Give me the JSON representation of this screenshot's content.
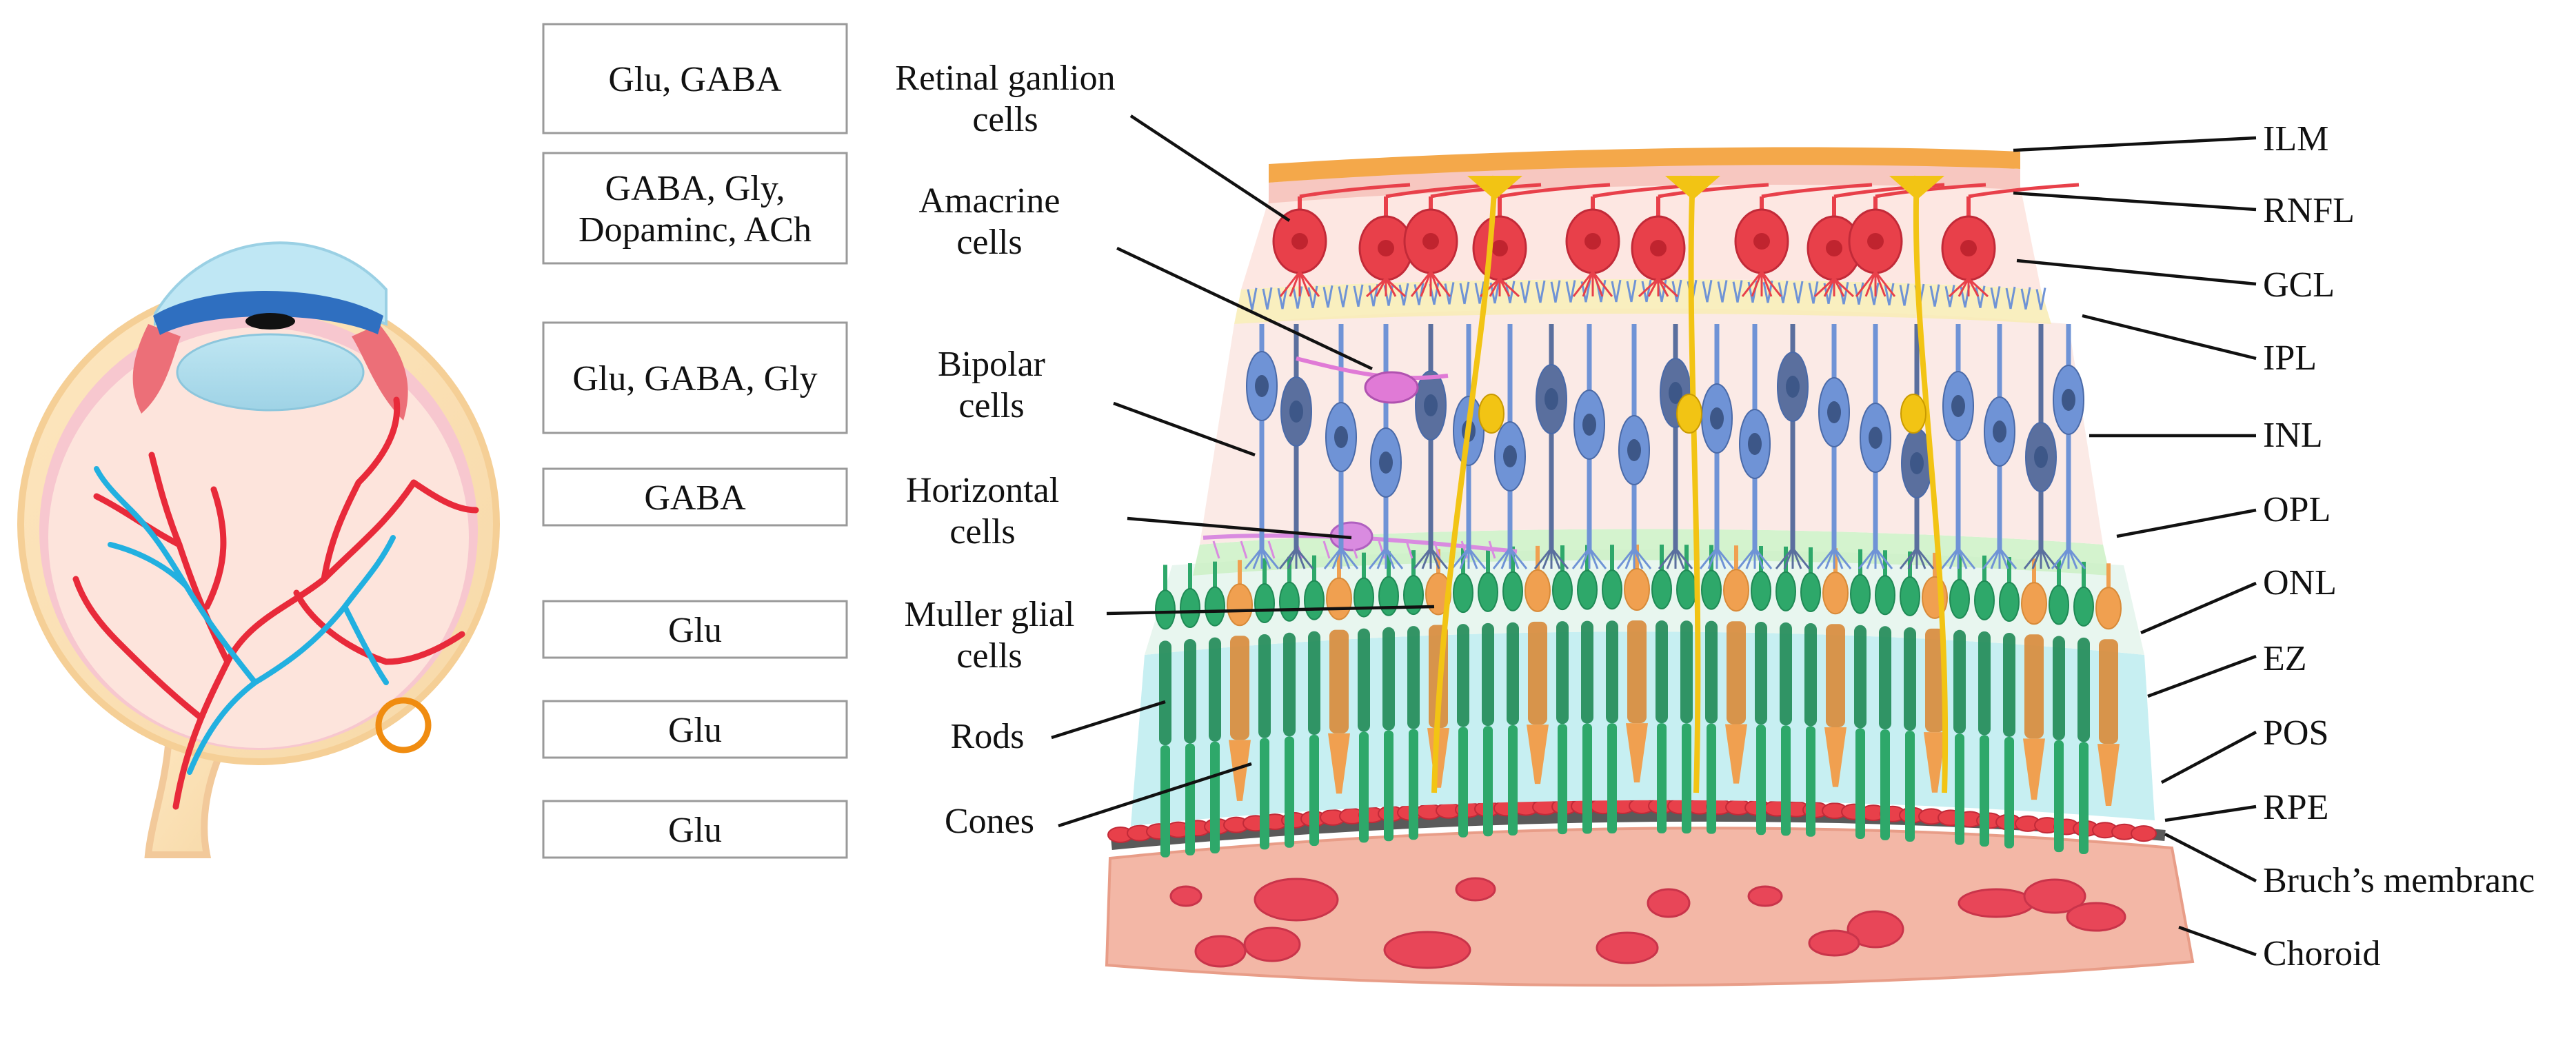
{
  "neurotransmitter_boxes": [
    {
      "lines": [
        "Glu, GABA"
      ]
    },
    {
      "lines": [
        "GABA, Gly,",
        "Dopaminc, ACh"
      ]
    },
    {
      "lines": [
        "Glu, GABA, Gly"
      ]
    },
    {
      "lines": [
        "GABA"
      ]
    },
    {
      "lines": [
        "Glu"
      ]
    },
    {
      "lines": [
        "Glu"
      ]
    },
    {
      "lines": [
        "Glu"
      ]
    }
  ],
  "cell_labels": [
    {
      "lines": [
        "Retinal ganlion",
        "cells"
      ]
    },
    {
      "lines": [
        "Amacrine",
        "cells"
      ]
    },
    {
      "lines": [
        "Bipolar",
        "cells"
      ]
    },
    {
      "lines": [
        "Horizontal",
        "cells"
      ]
    },
    {
      "lines": [
        "Muller glial",
        "cells"
      ]
    },
    {
      "lines": [
        "Rods"
      ]
    },
    {
      "lines": [
        "Cones"
      ]
    }
  ],
  "layer_labels": [
    "ILM",
    "RNFL",
    "GCL",
    "IPL",
    "INL",
    "OPL",
    "ONL",
    "EZ",
    "POS",
    "RPE",
    "Bruch’s membranc",
    "Choroid"
  ],
  "colors": {
    "ganglion": "#e8404a",
    "amacrine": "#e07ad6",
    "bipolar": "#6f93d6",
    "bipolar_dark": "#5a6f9e",
    "horizontal": "#d98be0",
    "muller": "#f2c414",
    "rod": "#2ea86a",
    "cone": "#f0a050",
    "rpe": "#e8404a",
    "bruch": "#555555",
    "choroid": "#f2b0a0",
    "vessel_red": "#e82a3a",
    "vessel_blue": "#22b0e0",
    "lens_blue": "#2f6fc0"
  }
}
